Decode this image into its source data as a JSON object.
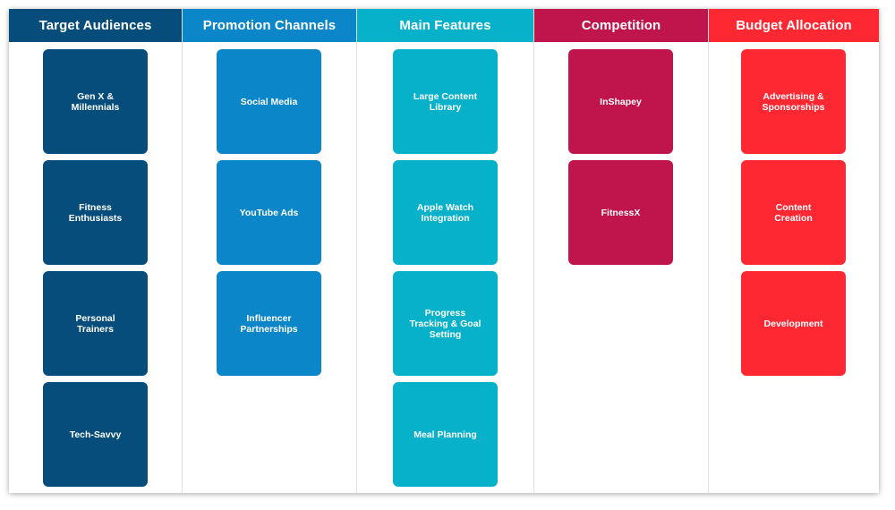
{
  "columns": [
    {
      "title": "Target Audiences",
      "color": "#064d7b",
      "cards": [
        "Gen X &\nMillennials",
        "Fitness\nEnthusiasts",
        "Personal\nTrainers",
        "Tech-Savvy"
      ]
    },
    {
      "title": "Promotion Channels",
      "color": "#0b86c8",
      "cards": [
        "Social Media",
        "YouTube Ads",
        "Influencer\nPartnerships"
      ]
    },
    {
      "title": "Main Features",
      "color": "#07b1c9",
      "cards": [
        "Large Content\nLibrary",
        "Apple Watch\nIntegration",
        "Progress\nTracking & Goal\nSetting",
        "Meal Planning"
      ]
    },
    {
      "title": "Competition",
      "color": "#bf144c",
      "cards": [
        "InShapey",
        "FitnessX"
      ]
    },
    {
      "title": "Budget Allocation",
      "color": "#fe2833",
      "cards": [
        "Advertising &\nSponsorships",
        "Content\nCreation",
        "Development"
      ]
    }
  ]
}
